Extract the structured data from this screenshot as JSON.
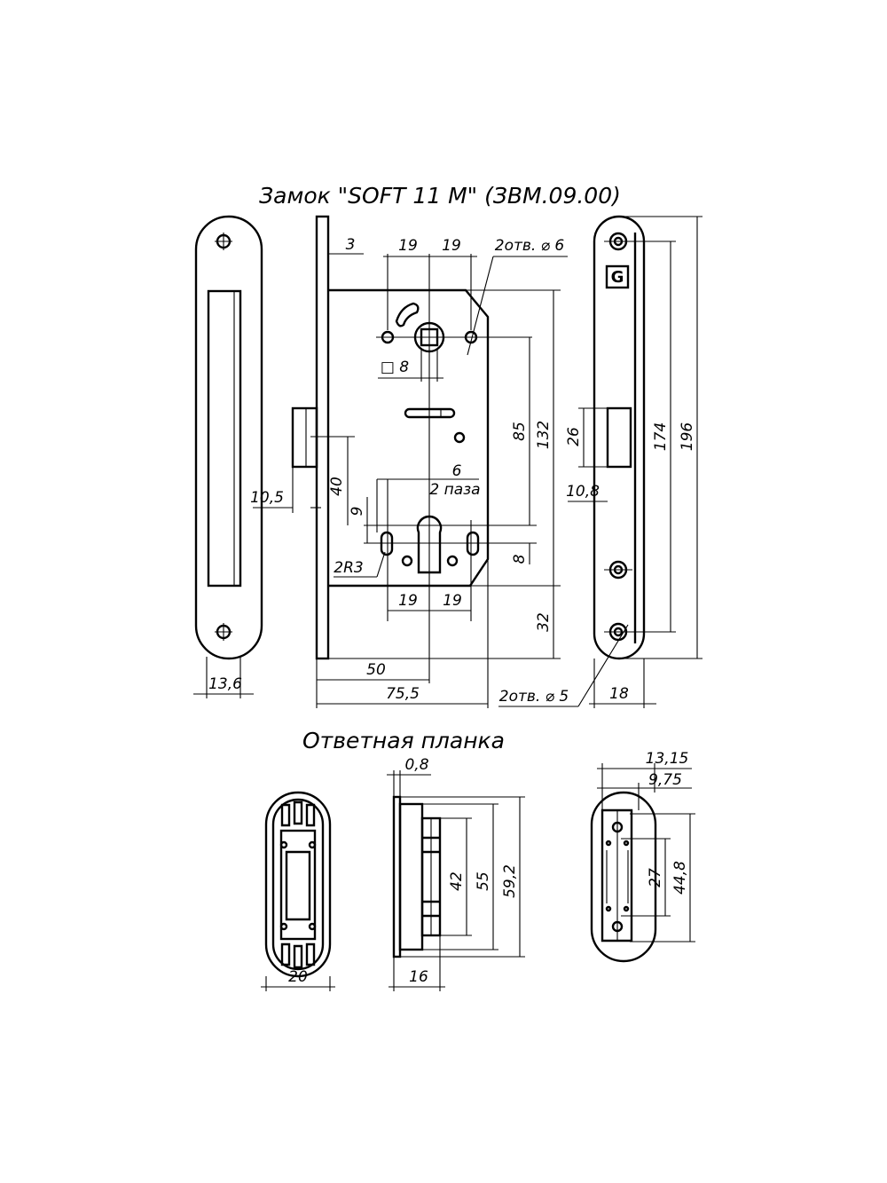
{
  "titles": {
    "lock": "Замок \"SOFT 11 M\" (ЗВМ.09.00)",
    "strike": "Ответная планка"
  },
  "lock_dims": {
    "d3": "3",
    "d19a": "19",
    "d19b": "19",
    "holes_top": "2отв. ⌀ 6",
    "square": "□ 8",
    "d85": "85",
    "d132": "132",
    "d40": "40",
    "d9": "9",
    "d6": "6",
    "slots": "2 паза",
    "r3": "2R3",
    "d8": "8",
    "d19c": "19",
    "d19d": "19",
    "d32": "32",
    "d10_5": "10,5",
    "d50": "50",
    "d75_5": "75,5",
    "d13_6": "13,6",
    "d26": "26",
    "d174": "174",
    "d196": "196",
    "d10_8": "10,8",
    "holes_bottom": "2отв. ⌀ 5",
    "d18": "18"
  },
  "strike_dims": {
    "d0_8": "0,8",
    "d20": "20",
    "d16": "16",
    "d42": "42",
    "d55": "55",
    "d59_2": "59,2",
    "d13_15": "13,15",
    "d9_75": "9,75",
    "d27": "27",
    "d44_8": "44,8"
  },
  "logo_letter": "G"
}
